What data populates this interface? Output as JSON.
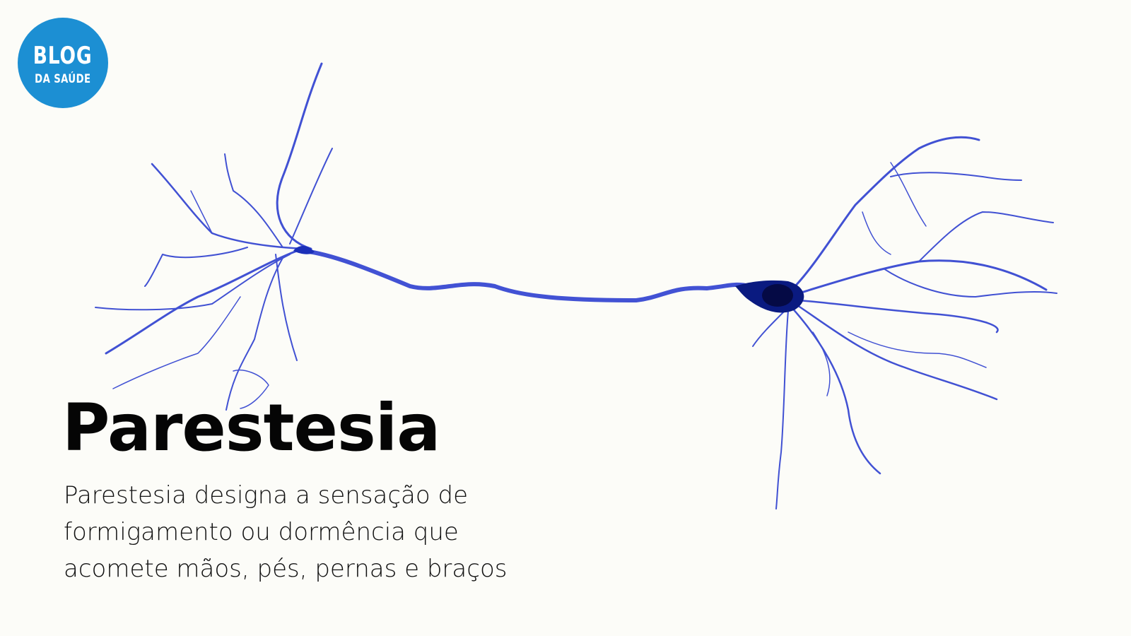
{
  "logo": {
    "line1": "BLOG",
    "line2": "DA SAÚDE",
    "color": "#1c8fd3"
  },
  "hero": {
    "title": "Parestesia",
    "description_lines": [
      "Parestesia designa a sensação de",
      "formigamento ou dormência que",
      "acomete mãos, pés, pernas e braços"
    ]
  },
  "illustration": {
    "subject": "neuron",
    "color": "#2a3fd0"
  },
  "background_color": "#fcfcf8"
}
